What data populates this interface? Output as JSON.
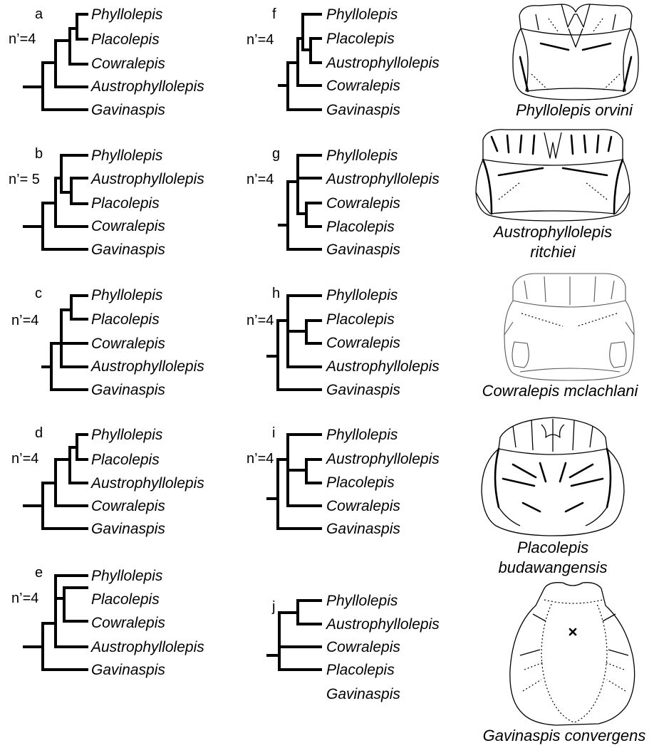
{
  "trees": [
    {
      "id": "a",
      "label": "a",
      "n_prime": "n’=4",
      "taxa": [
        "Phyllolepis",
        "Placolepis",
        "Cowralepis",
        "Austrophyllolepis",
        "Gavinaspis"
      ]
    },
    {
      "id": "b",
      "label": "b",
      "n_prime": "n’= 5",
      "taxa": [
        "Phyllolepis",
        "Austrophyllolepis",
        "Placolepis",
        "Cowralepis",
        "Gavinaspis"
      ]
    },
    {
      "id": "c",
      "label": "c",
      "n_prime": "n’=4",
      "taxa": [
        "Phyllolepis",
        "Placolepis",
        "Cowralepis",
        "Austrophyllolepis",
        "Gavinaspis"
      ]
    },
    {
      "id": "d",
      "label": "d",
      "n_prime": "n’=4",
      "taxa": [
        "Phyllolepis",
        "Placolepis",
        "Austrophyllolepis",
        "Cowralepis",
        "Gavinaspis"
      ]
    },
    {
      "id": "e",
      "label": "e",
      "n_prime": "n’=4",
      "taxa": [
        "Phyllolepis",
        "Placolepis",
        "Cowralepis",
        "Austrophyllolepis",
        "Gavinaspis"
      ]
    },
    {
      "id": "f",
      "label": "f",
      "n_prime": "n’=4",
      "taxa": [
        "Phyllolepis",
        "Placolepis",
        "Austrophyllolepis",
        "Cowralepis",
        "Gavinaspis"
      ]
    },
    {
      "id": "g",
      "label": "g",
      "n_prime": "n’=4",
      "taxa": [
        "Phyllolepis",
        "Austrophyllolepis",
        "Cowralepis",
        "Placolepis",
        "Gavinaspis"
      ]
    },
    {
      "id": "h",
      "label": "h",
      "n_prime": "n’=4",
      "taxa": [
        "Phyllolepis",
        "Placolepis",
        "Cowralepis",
        "Austrophyllolepis",
        "Gavinaspis"
      ]
    },
    {
      "id": "i",
      "label": "i",
      "n_prime": "n’=4",
      "taxa": [
        "Phyllolepis",
        "Austrophyllolepis",
        "Placolepis",
        "Cowralepis",
        "Gavinaspis"
      ]
    },
    {
      "id": "j",
      "label": "j",
      "n_prime": "",
      "taxa": [
        "Phyllolepis",
        "Austrophyllolepis",
        "Cowralepis",
        "Placolepis",
        "Gavinaspis"
      ]
    }
  ],
  "species": [
    {
      "id": "phyllolepis",
      "lines": [
        "Phyllolepis orvini"
      ]
    },
    {
      "id": "austrophyllolepis",
      "lines": [
        "Austrophyllolepis",
        "ritchiei"
      ]
    },
    {
      "id": "cowralepis",
      "lines": [
        "Cowralepis mclachlani"
      ]
    },
    {
      "id": "placolepis",
      "lines": [
        "Placolepis",
        "budawangensis"
      ]
    },
    {
      "id": "gavinaspis",
      "lines": [
        "Gavinaspis convergens"
      ]
    }
  ]
}
